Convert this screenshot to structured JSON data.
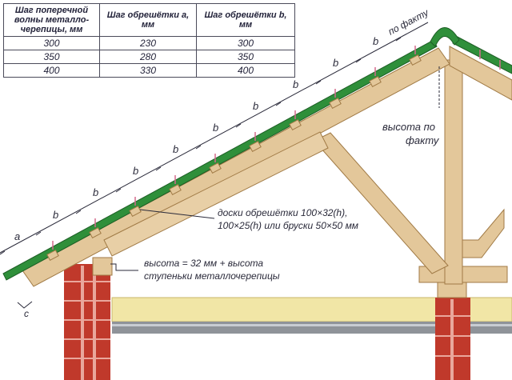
{
  "table": {
    "headers": [
      "Шаг поперечной волны металло-черепицы, мм",
      "Шаг обрешётки a, мм",
      "Шаг обрешётки b, мм"
    ],
    "rows": [
      [
        "300",
        "230",
        "300"
      ],
      [
        "350",
        "280",
        "350"
      ],
      [
        "400",
        "330",
        "400"
      ]
    ]
  },
  "labels": {
    "a": "a",
    "b": "b",
    "c": "c",
    "po_faktu": "по факту",
    "vysota_po": "высота по",
    "faktu": "факту",
    "doski_line1": "доски обрешётки 100×32(h),",
    "doski_line2": "100×25(h) или бруски 50×50 мм",
    "vysota_line1": "высота = 32 мм + высота",
    "vysota_line2": "ступеньки металлочерепицы"
  },
  "colors": {
    "roof_green": "#2f8f3a",
    "timber": "#e3c79a",
    "brick": "#c0392b",
    "insulation": "#f1e6a6",
    "label": "#2a2a3a"
  }
}
